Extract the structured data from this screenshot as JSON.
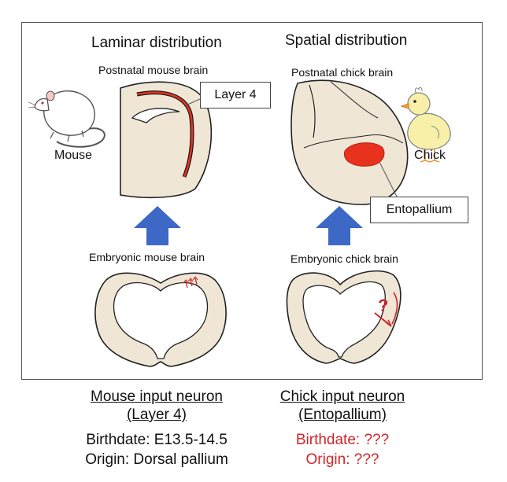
{
  "left_panel": {
    "heading": "Laminar distribution",
    "postnatal_label": "Postnatal mouse brain",
    "callout": "Layer 4",
    "animal_label": "Mouse",
    "embryonic_label": "Embryonic mouse brain"
  },
  "right_panel": {
    "heading": "Spatial distribution",
    "postnatal_label": "Postnatal chick brain",
    "callout": "Entopallium",
    "animal_label": "Chick",
    "embryonic_label": "Embryonic chick brain",
    "question_mark": "?"
  },
  "mouse_summary": {
    "title_line1": "Mouse input neuron",
    "title_line2": "(Layer 4)",
    "birthdate": "Birthdate: E13.5-14.5",
    "origin": "Origin: Dorsal pallium"
  },
  "chick_summary": {
    "title_line1": "Chick input neuron",
    "title_line2": "(Entopallium)",
    "birthdate": "Birthdate: ???",
    "origin": "Origin: ???"
  },
  "colors": {
    "brain_fill": "#efe6d6",
    "outline": "#222222",
    "highlight_red": "#e8321e",
    "arrow_blue": "#3d68c6",
    "question_red": "#d0262a",
    "chick_yellow": "#f8f0a8"
  },
  "icons": [
    "mouse-illustration",
    "chick-illustration",
    "up-arrow"
  ]
}
